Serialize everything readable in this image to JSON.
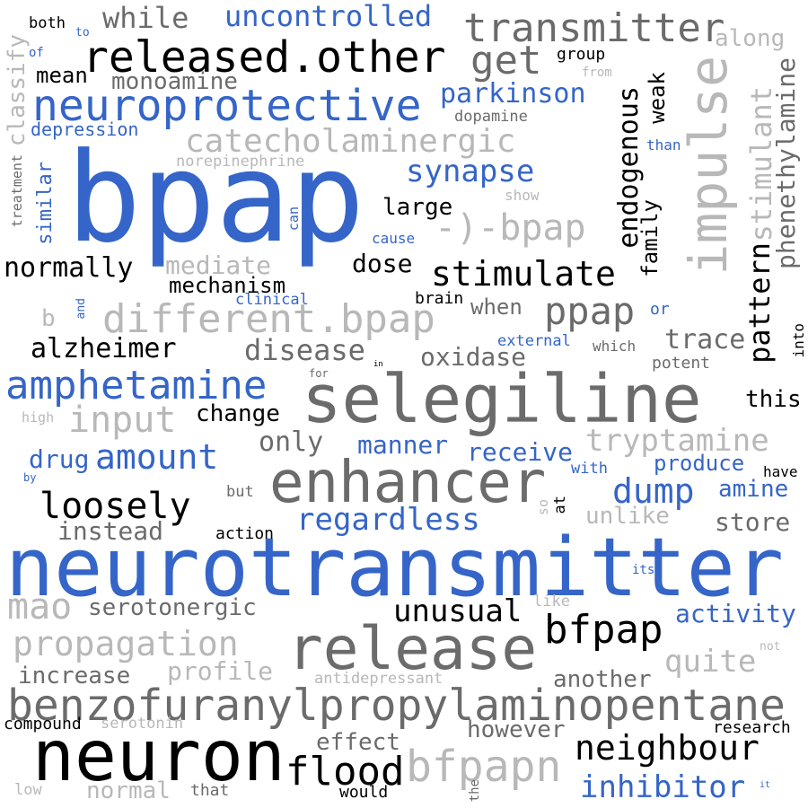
{
  "wordcloud": {
    "palette": {
      "blue": "#3565c8",
      "black": "#000000",
      "dark_gray": "#6b6b6b",
      "light_gray": "#b8b8b8"
    },
    "words": [
      {
        "name": "word-bpap",
        "text": "bpap",
        "color": "blue"
      },
      {
        "name": "word-neurotransmitter",
        "text": "neurotransmitter",
        "color": "blue"
      },
      {
        "name": "word-selegiline",
        "text": "selegiline",
        "color": "dgray"
      },
      {
        "name": "word-neuron",
        "text": "neuron",
        "color": "black"
      },
      {
        "name": "word-release",
        "text": "release",
        "color": "dgray"
      },
      {
        "name": "word-impulse",
        "text": "impulse",
        "color": "lgray"
      },
      {
        "name": "word-enhancer",
        "text": "enhancer",
        "color": "dgray"
      },
      {
        "name": "word-benzofuranylpropylaminopentane",
        "text": "benzofuranylpropylaminopentane",
        "color": "dgray"
      },
      {
        "name": "word-neuroprotective",
        "text": "neuroprotective",
        "color": "blue"
      },
      {
        "name": "word-released-other",
        "text": "released.other",
        "color": "black"
      },
      {
        "name": "word-different-bpap",
        "text": "different.bpap",
        "color": "lgray"
      },
      {
        "name": "word-amphetamine",
        "text": "amphetamine",
        "color": "blue"
      },
      {
        "name": "word-transmitter",
        "text": "transmitter",
        "color": "dgray"
      },
      {
        "name": "word-catecholaminergic",
        "text": "catecholaminergic",
        "color": "lgray"
      },
      {
        "name": "word-minus-bpap",
        "text": "-)-bpap",
        "color": "lgray"
      },
      {
        "name": "word-bfpapn",
        "text": "bfpapn",
        "color": "lgray"
      },
      {
        "name": "word-bfpap",
        "text": "bfpap",
        "color": "black"
      },
      {
        "name": "word-stimulate",
        "text": "stimulate",
        "color": "black"
      },
      {
        "name": "word-neighbour",
        "text": "neighbour",
        "color": "black"
      },
      {
        "name": "word-uncontrolled",
        "text": "uncontrolled",
        "color": "blue"
      },
      {
        "name": "word-ppap",
        "text": "ppap",
        "color": "dgray"
      },
      {
        "name": "word-flood",
        "text": "flood",
        "color": "black"
      },
      {
        "name": "word-loosely",
        "text": "loosely",
        "color": "black"
      },
      {
        "name": "word-tryptamine",
        "text": "tryptamine",
        "color": "lgray"
      },
      {
        "name": "word-propagation",
        "text": "propagation",
        "color": "lgray"
      },
      {
        "name": "word-regardless",
        "text": "regardless",
        "color": "blue"
      },
      {
        "name": "word-synapse",
        "text": "synapse",
        "color": "blue"
      },
      {
        "name": "word-parkinson",
        "text": "parkinson",
        "color": "blue"
      },
      {
        "name": "word-get",
        "text": "get",
        "color": "dgray"
      },
      {
        "name": "word-input",
        "text": "input",
        "color": "lgray"
      },
      {
        "name": "word-amount",
        "text": "amount",
        "color": "blue"
      },
      {
        "name": "word-dump",
        "text": "dump",
        "color": "blue"
      },
      {
        "name": "word-unusual",
        "text": "unusual",
        "color": "black"
      },
      {
        "name": "word-inhibitor",
        "text": "inhibitor",
        "color": "blue"
      },
      {
        "name": "word-mao",
        "text": "mao",
        "color": "lgray"
      },
      {
        "name": "word-quite",
        "text": "quite",
        "color": "lgray"
      },
      {
        "name": "word-alzheimer",
        "text": "alzheimer",
        "color": "black"
      },
      {
        "name": "word-disease",
        "text": "disease",
        "color": "dgray"
      },
      {
        "name": "word-normally",
        "text": "normally",
        "color": "black"
      },
      {
        "name": "word-while",
        "text": "while",
        "color": "dgray"
      },
      {
        "name": "word-endogenous",
        "text": "endogenous",
        "color": "black"
      },
      {
        "name": "word-pattern",
        "text": "pattern",
        "color": "black"
      },
      {
        "name": "word-stimulant",
        "text": "stimulant",
        "color": "lgray"
      },
      {
        "name": "word-phenethylamine",
        "text": "phenethylamine",
        "color": "dgray"
      },
      {
        "name": "word-along",
        "text": "along",
        "color": "lgray"
      },
      {
        "name": "word-trace",
        "text": "trace",
        "color": "dgray"
      },
      {
        "name": "word-oxidase",
        "text": "oxidase",
        "color": "dgray"
      },
      {
        "name": "word-manner",
        "text": "manner",
        "color": "blue"
      },
      {
        "name": "word-receive",
        "text": "receive",
        "color": "blue"
      },
      {
        "name": "word-only",
        "text": "only",
        "color": "dgray"
      },
      {
        "name": "word-instead",
        "text": "instead",
        "color": "dgray"
      },
      {
        "name": "word-serotonergic",
        "text": "serotonergic",
        "color": "dgray"
      },
      {
        "name": "word-activity",
        "text": "activity",
        "color": "blue"
      },
      {
        "name": "word-profile",
        "text": "profile",
        "color": "lgray"
      },
      {
        "name": "word-increase",
        "text": "increase",
        "color": "dgray"
      },
      {
        "name": "word-however",
        "text": "however",
        "color": "dgray"
      },
      {
        "name": "word-effect",
        "text": "effect",
        "color": "dgray"
      },
      {
        "name": "word-normal",
        "text": "normal",
        "color": "lgray"
      },
      {
        "name": "word-another",
        "text": "another",
        "color": "dgray"
      },
      {
        "name": "word-store",
        "text": "store",
        "color": "dgray"
      },
      {
        "name": "word-unlike",
        "text": "unlike",
        "color": "lgray"
      },
      {
        "name": "word-amine",
        "text": "amine",
        "color": "blue"
      },
      {
        "name": "word-produce",
        "text": "produce",
        "color": "blue"
      },
      {
        "name": "word-mediate",
        "text": "mediate",
        "color": "lgray"
      },
      {
        "name": "word-mechanism",
        "text": "mechanism",
        "color": "black"
      },
      {
        "name": "word-dose",
        "text": "dose",
        "color": "black"
      },
      {
        "name": "word-large",
        "text": "large",
        "color": "black"
      },
      {
        "name": "word-change",
        "text": "change",
        "color": "black"
      },
      {
        "name": "word-drug",
        "text": "drug",
        "color": "blue"
      },
      {
        "name": "word-monoamine",
        "text": "monoamine",
        "color": "dgray"
      },
      {
        "name": "word-mean",
        "text": "mean",
        "color": "black"
      },
      {
        "name": "word-depression",
        "text": "depression",
        "color": "blue"
      },
      {
        "name": "word-classify",
        "text": "classify",
        "color": "lgray"
      },
      {
        "name": "word-similar",
        "text": "similar",
        "color": "blue"
      },
      {
        "name": "word-treatment",
        "text": "treatment",
        "color": "dgray"
      },
      {
        "name": "word-norepinephrine",
        "text": "norepinephrine",
        "color": "lgray"
      },
      {
        "name": "word-dopamine",
        "text": "dopamine",
        "color": "dgray"
      },
      {
        "name": "word-weak",
        "text": "weak",
        "color": "black"
      },
      {
        "name": "word-family",
        "text": "family",
        "color": "black"
      },
      {
        "name": "word-group",
        "text": "group",
        "color": "black"
      },
      {
        "name": "word-from",
        "text": "from",
        "color": "lgray"
      },
      {
        "name": "word-than",
        "text": "than",
        "color": "blue"
      },
      {
        "name": "word-show",
        "text": "show",
        "color": "lgray"
      },
      {
        "name": "word-cause",
        "text": "cause",
        "color": "blue"
      },
      {
        "name": "word-can",
        "text": "can",
        "color": "blue"
      },
      {
        "name": "word-clinical",
        "text": "clinical",
        "color": "blue"
      },
      {
        "name": "word-brain",
        "text": "brain",
        "color": "black"
      },
      {
        "name": "word-when",
        "text": "when",
        "color": "dgray"
      },
      {
        "name": "word-or",
        "text": "or",
        "color": "blue"
      },
      {
        "name": "word-external",
        "text": "external",
        "color": "blue"
      },
      {
        "name": "word-which",
        "text": "which",
        "color": "dgray"
      },
      {
        "name": "word-into",
        "text": "into",
        "color": "black"
      },
      {
        "name": "word-potent",
        "text": "potent",
        "color": "dgray"
      },
      {
        "name": "word-this",
        "text": "this",
        "color": "black"
      },
      {
        "name": "word-both",
        "text": "both",
        "color": "black"
      },
      {
        "name": "word-to",
        "text": "to",
        "color": "blue"
      },
      {
        "name": "word-of",
        "text": "of",
        "color": "blue"
      },
      {
        "name": "word-b",
        "text": "b",
        "color": "lgray"
      },
      {
        "name": "word-and",
        "text": "and",
        "color": "blue"
      },
      {
        "name": "word-for",
        "text": "for",
        "color": "dgray"
      },
      {
        "name": "word-in",
        "text": "in",
        "color": "black"
      },
      {
        "name": "word-high",
        "text": "high",
        "color": "lgray"
      },
      {
        "name": "word-by",
        "text": "by",
        "color": "blue"
      },
      {
        "name": "word-but",
        "text": "but",
        "color": "dgray"
      },
      {
        "name": "word-action",
        "text": "action",
        "color": "black"
      },
      {
        "name": "word-with",
        "text": "with",
        "color": "blue"
      },
      {
        "name": "word-have",
        "text": "have",
        "color": "black"
      },
      {
        "name": "word-so",
        "text": "so",
        "color": "lgray"
      },
      {
        "name": "word-at",
        "text": "at",
        "color": "black"
      },
      {
        "name": "word-its",
        "text": "its",
        "color": "blue"
      },
      {
        "name": "word-like",
        "text": "like",
        "color": "lgray"
      },
      {
        "name": "word-not",
        "text": "not",
        "color": "lgray"
      },
      {
        "name": "word-antidepressant",
        "text": "antidepressant",
        "color": "lgray"
      },
      {
        "name": "word-compound",
        "text": "compound",
        "color": "black"
      },
      {
        "name": "word-serotonin",
        "text": "serotonin",
        "color": "lgray"
      },
      {
        "name": "word-research",
        "text": "research",
        "color": "black"
      },
      {
        "name": "word-low",
        "text": "low",
        "color": "lgray"
      },
      {
        "name": "word-that",
        "text": "that",
        "color": "dgray"
      },
      {
        "name": "word-would",
        "text": "would",
        "color": "black"
      },
      {
        "name": "word-the",
        "text": "the",
        "color": "dgray"
      },
      {
        "name": "word-it",
        "text": "it",
        "color": "blue"
      }
    ]
  }
}
